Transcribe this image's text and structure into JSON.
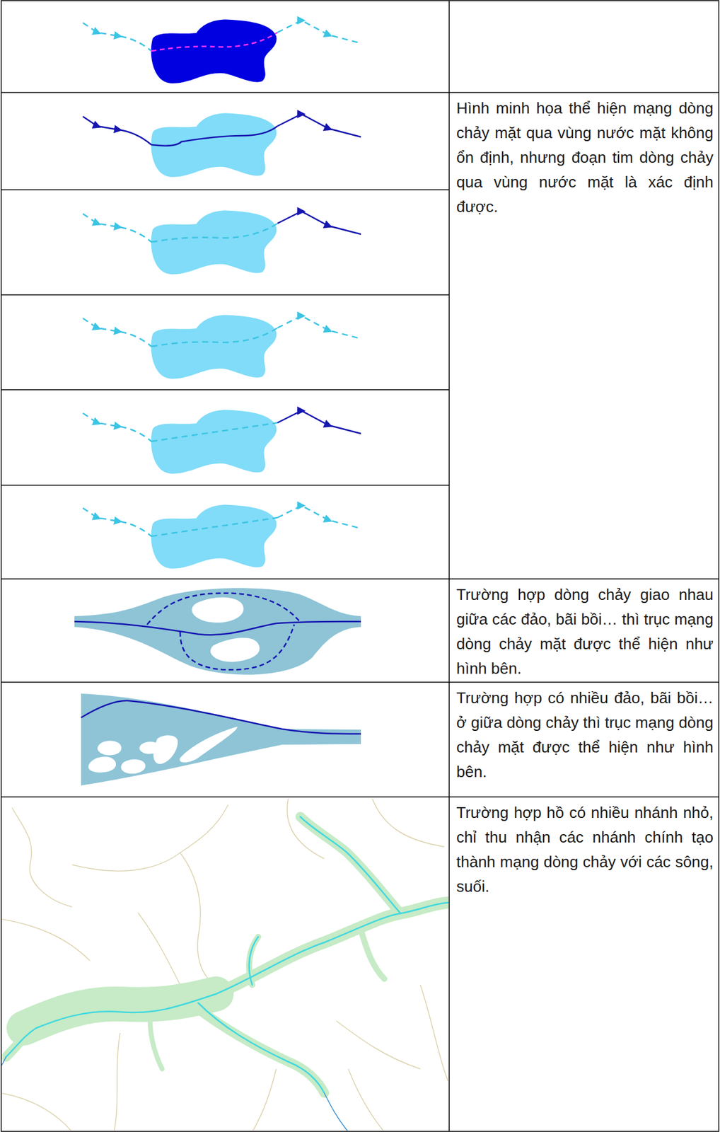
{
  "diagram": {
    "labels": [
      "Hình minh họa thể hiện mạng dòng chảy mặt qua vùng nước mặt không ổn định, nhưng đoạn tim dòng chảy qua vùng nước mặt là xác định được.",
      "Trường hợp dòng chảy giao nhau giữa các đảo, bãi bồi… thì trục mạng dòng chảy mặt được thể hiện như hình bên.",
      "Trường hợp có nhiều đảo, bãi bồi… ở giữa dòng chảy thì trục mạng dòng chảy mặt được thể hiện như hình bên.",
      "Trường hợp hồ có nhiều nhánh nhỏ, chỉ thu nhận các nhánh chính tạo thành mạng dòng chảy với các sông, suối."
    ]
  }
}
